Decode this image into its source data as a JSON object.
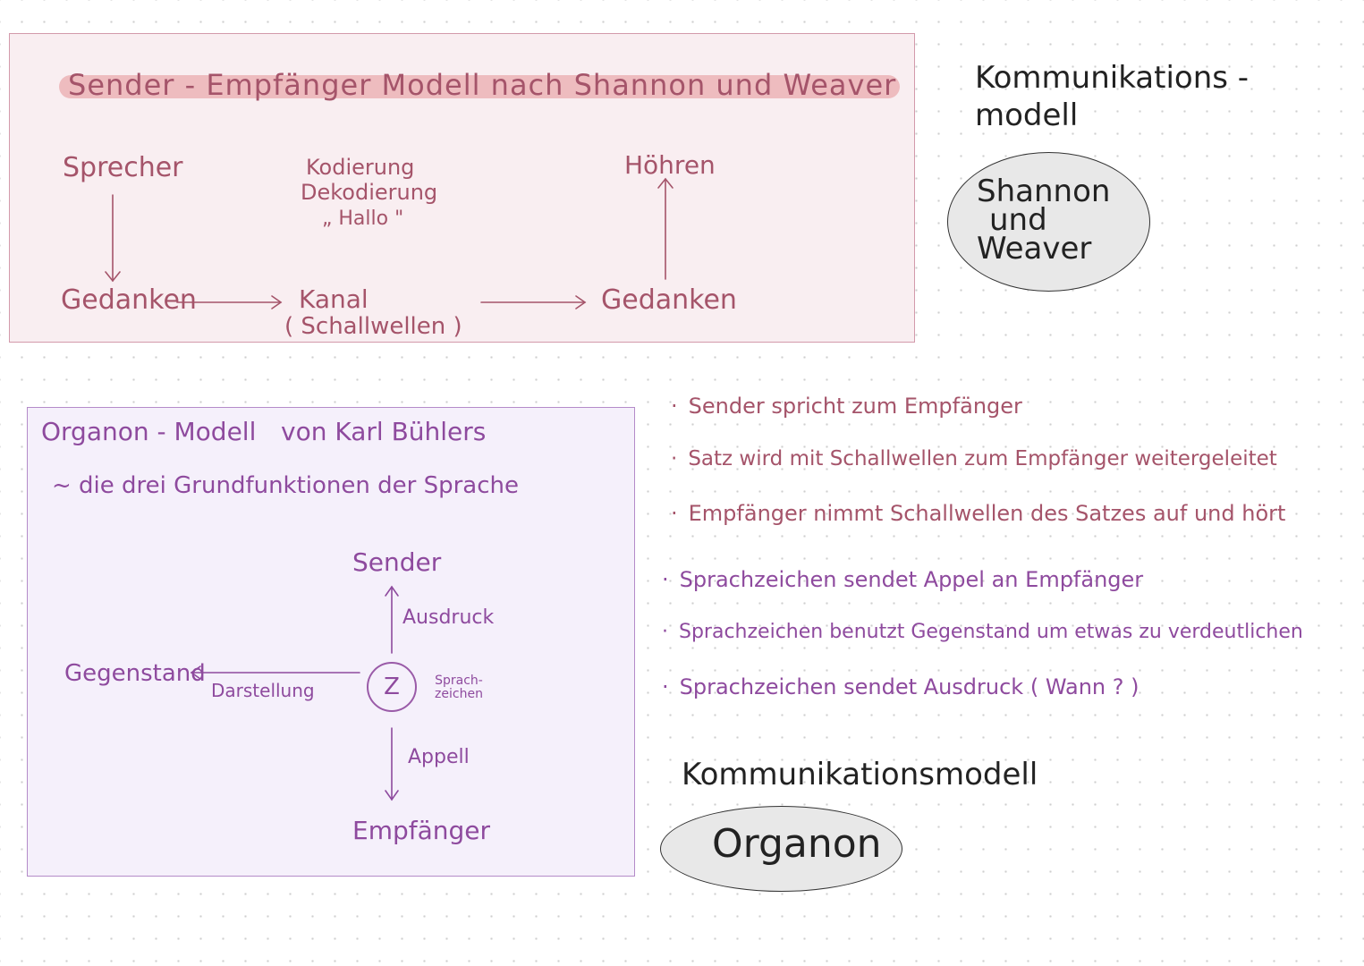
{
  "shannon": {
    "title": "Sender - Empfänger   Modell   nach  Shannon  und  Weaver",
    "sprecher": "Sprecher",
    "kodierung": "Kodierung",
    "dekodierung": "Dekodierung",
    "hallo": "„ Hallo \"",
    "hoehren": "Höhren",
    "gedanken_left": "Gedanken",
    "kanal": "Kanal",
    "schallwellen": "( Schallwellen )",
    "gedanken_right": "Gedanken"
  },
  "organon": {
    "title": "Organon - Modell",
    "author": "von Karl Bühlers",
    "subtitle": "~  die  drei  Grundfunktionen  der  Sprache",
    "sender": "Sender",
    "ausdruck": "Ausdruck",
    "gegenstand": "Gegenstand",
    "darstellung": "Darstellung",
    "z": "Z",
    "sprachzeichen": "Sprach-\nzeichen",
    "appell": "Appell",
    "empfaenger": "Empfänger"
  },
  "right": {
    "heading1_line1": "Kommunikations -",
    "heading1_line2": "modell",
    "ellipse1_line1": "Shannon",
    "ellipse1_line2": "und",
    "ellipse1_line3": "Weaver",
    "bullets_pink": [
      "Sender  spricht  zum  Empfänger",
      "Satz  wird  mit  Schallwellen  zum  Empfänger  weitergeleitet",
      "Empfänger  nimmt  Schallwellen  des  Satzes  auf  und  hört"
    ],
    "bullets_purple": [
      "Sprachzeichen  sendet  Appel  an  Empfänger",
      "Sprachzeichen  benutzt  Gegenstand  um  etwas  zu  verdeutlichen",
      "Sprachzeichen  sendet  Ausdruck  ( Wann ? )"
    ],
    "heading2": "Kommunikationsmodell",
    "ellipse2": "Organon"
  },
  "colors": {
    "pink": "#a5546a",
    "purple": "#8e4a9e",
    "pink_box": "#f9eef1",
    "purple_box": "#f5f0fb"
  }
}
